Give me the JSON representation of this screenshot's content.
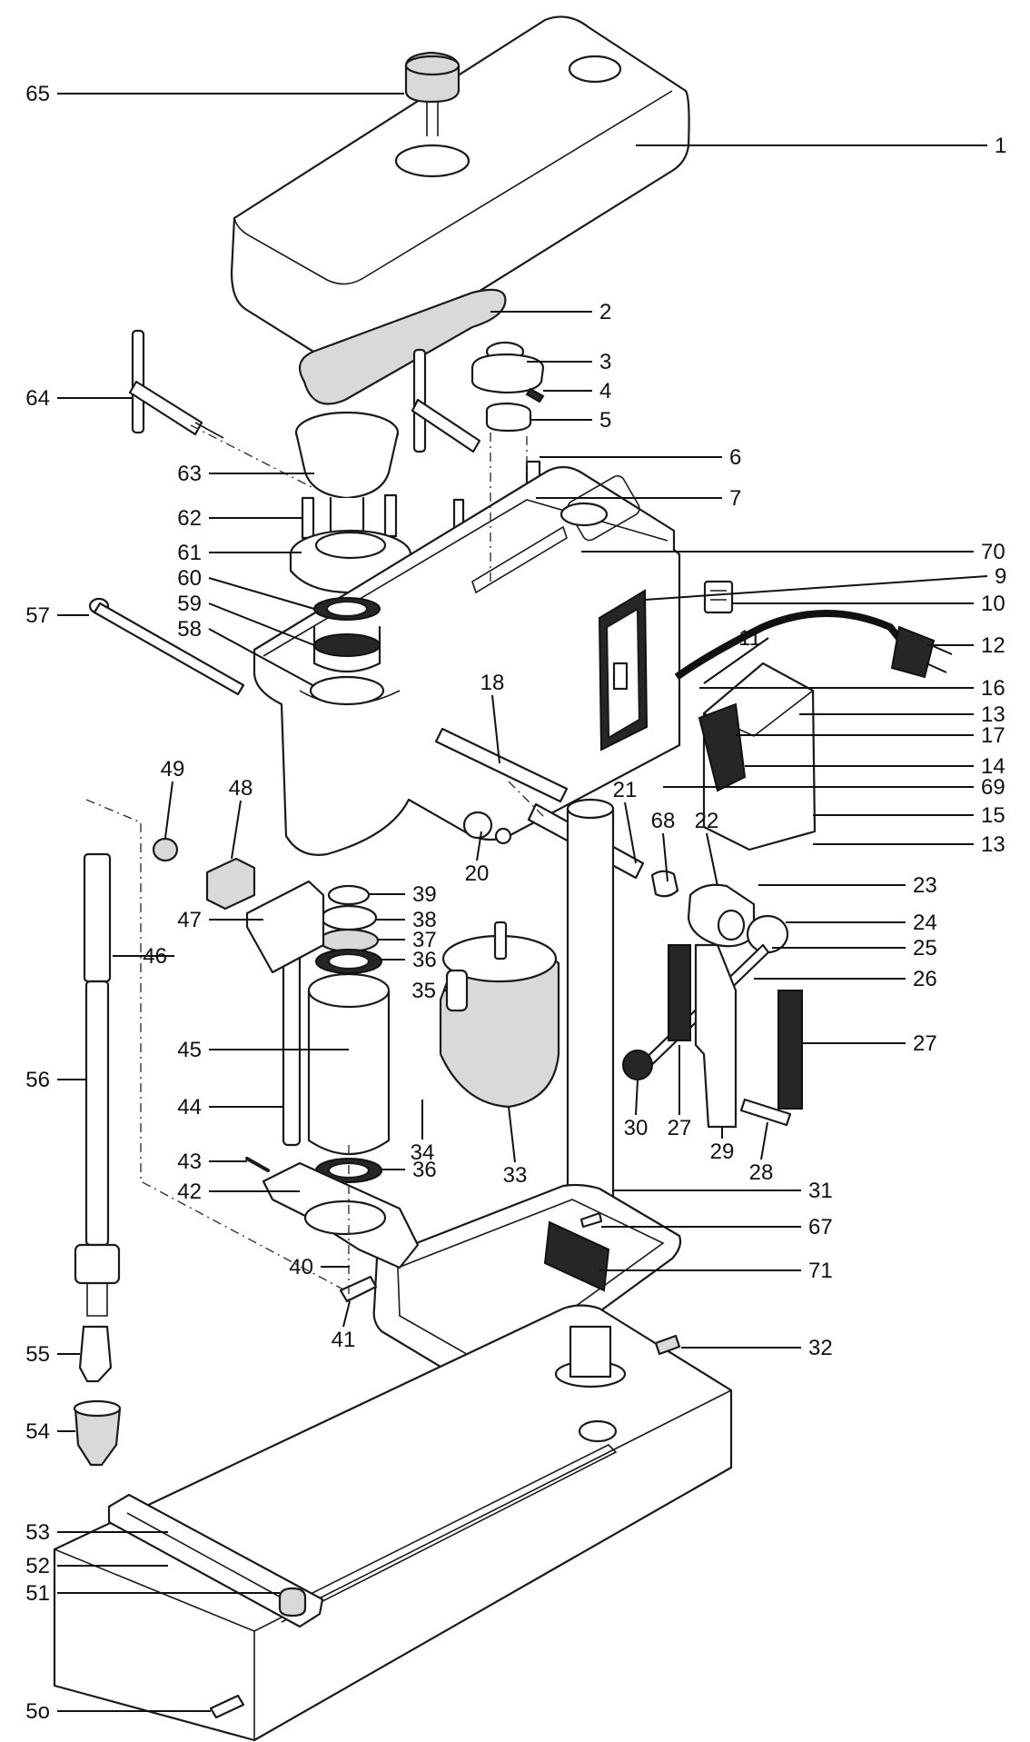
{
  "parts": [
    {
      "id": "1",
      "label": "1"
    },
    {
      "id": "2",
      "label": "2"
    },
    {
      "id": "3",
      "label": "3"
    },
    {
      "id": "4",
      "label": "4"
    },
    {
      "id": "5",
      "label": "5"
    },
    {
      "id": "6",
      "label": "6"
    },
    {
      "id": "7",
      "label": "7"
    },
    {
      "id": "70",
      "label": "70"
    },
    {
      "id": "9",
      "label": "9"
    },
    {
      "id": "10",
      "label": "10"
    },
    {
      "id": "11",
      "label": "11"
    },
    {
      "id": "12",
      "label": "12"
    },
    {
      "id": "16",
      "label": "16"
    },
    {
      "id": "13a",
      "label": "13"
    },
    {
      "id": "17",
      "label": "17"
    },
    {
      "id": "14",
      "label": "14"
    },
    {
      "id": "69",
      "label": "69"
    },
    {
      "id": "15",
      "label": "15"
    },
    {
      "id": "13b",
      "label": "13"
    },
    {
      "id": "18",
      "label": "18"
    },
    {
      "id": "21",
      "label": "21"
    },
    {
      "id": "68",
      "label": "68"
    },
    {
      "id": "22",
      "label": "22"
    },
    {
      "id": "20",
      "label": "20"
    },
    {
      "id": "23",
      "label": "23"
    },
    {
      "id": "24",
      "label": "24"
    },
    {
      "id": "25",
      "label": "25"
    },
    {
      "id": "26",
      "label": "26"
    },
    {
      "id": "27a",
      "label": "27"
    },
    {
      "id": "27b",
      "label": "27"
    },
    {
      "id": "30",
      "label": "30"
    },
    {
      "id": "29",
      "label": "29"
    },
    {
      "id": "28",
      "label": "28"
    },
    {
      "id": "31",
      "label": "31"
    },
    {
      "id": "67",
      "label": "67"
    },
    {
      "id": "71",
      "label": "71"
    },
    {
      "id": "32",
      "label": "32"
    },
    {
      "id": "33",
      "label": "33"
    },
    {
      "id": "34",
      "label": "34"
    },
    {
      "id": "35",
      "label": "35"
    },
    {
      "id": "65",
      "label": "65"
    },
    {
      "id": "64",
      "label": "64"
    },
    {
      "id": "63",
      "label": "63"
    },
    {
      "id": "62",
      "label": "62"
    },
    {
      "id": "61",
      "label": "61"
    },
    {
      "id": "60",
      "label": "60"
    },
    {
      "id": "59",
      "label": "59"
    },
    {
      "id": "58",
      "label": "58"
    },
    {
      "id": "57",
      "label": "57"
    },
    {
      "id": "49",
      "label": "49"
    },
    {
      "id": "48",
      "label": "48"
    },
    {
      "id": "47",
      "label": "47"
    },
    {
      "id": "46",
      "label": "46"
    },
    {
      "id": "56",
      "label": "56"
    },
    {
      "id": "44",
      "label": "44"
    },
    {
      "id": "45",
      "label": "45"
    },
    {
      "id": "39",
      "label": "39"
    },
    {
      "id": "38",
      "label": "38"
    },
    {
      "id": "37",
      "label": "37"
    },
    {
      "id": "36a",
      "label": "36"
    },
    {
      "id": "36b",
      "label": "36"
    },
    {
      "id": "43",
      "label": "43"
    },
    {
      "id": "42",
      "label": "42"
    },
    {
      "id": "40",
      "label": "40"
    },
    {
      "id": "41",
      "label": "41"
    },
    {
      "id": "55",
      "label": "55"
    },
    {
      "id": "54",
      "label": "54"
    },
    {
      "id": "53",
      "label": "53"
    },
    {
      "id": "52",
      "label": "52"
    },
    {
      "id": "51",
      "label": "51"
    },
    {
      "id": "50",
      "label": "5o"
    }
  ]
}
